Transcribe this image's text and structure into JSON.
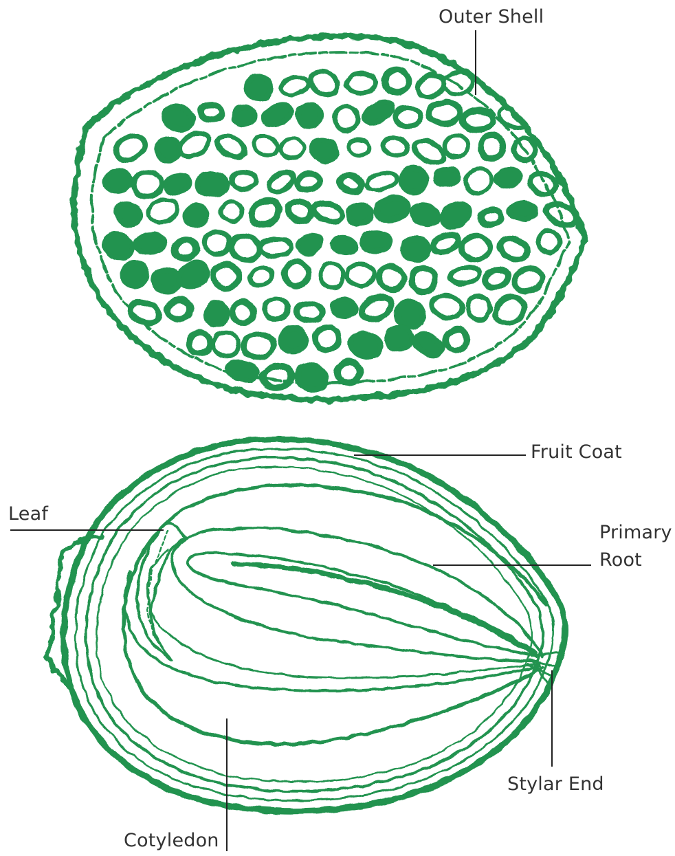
{
  "diagram": {
    "colors": {
      "ink": "#21934f",
      "leader": "#222222",
      "text": "#333333",
      "background": "#ffffff"
    },
    "labels": {
      "outer_shell": "Outer Shell",
      "fruit_coat": "Fruit Coat",
      "leaf": "Leaf",
      "primary_root_line1": "Primary",
      "primary_root_line2": "Root",
      "stylar_end": "Stylar End",
      "cotyledon": "Cotyledon"
    }
  }
}
